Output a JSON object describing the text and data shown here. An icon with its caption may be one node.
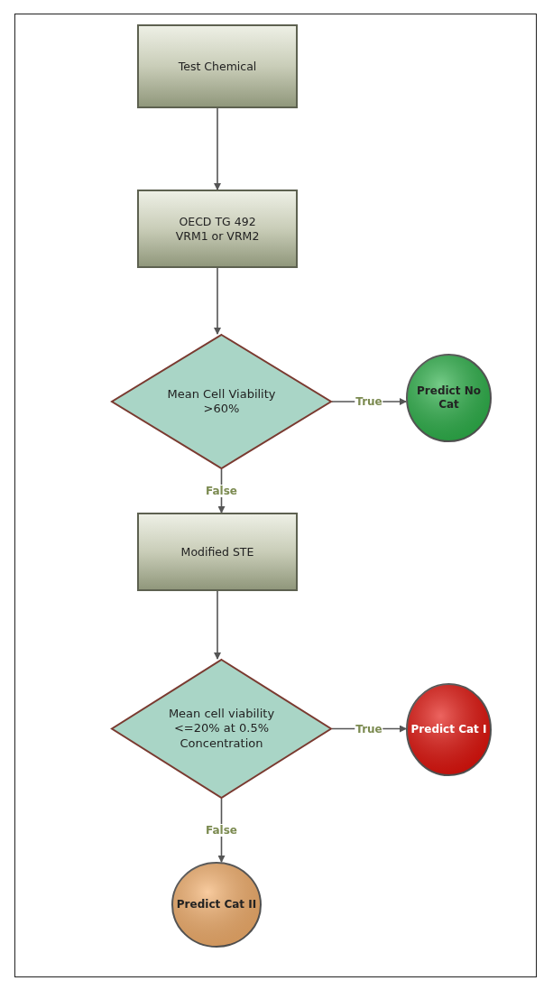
{
  "diagram": {
    "nodes": [
      {
        "text": [
          "Test Chemical"
        ]
      },
      {
        "text": [
          "OECD TG 492 VRM1 or VRM2"
        ]
      },
      {
        "text": [
          "Mean Cell Viability >60%"
        ]
      },
      {
        "text": [
          "Predict No Cat"
        ]
      },
      {
        "text": [
          "Modified STE"
        ]
      },
      {
        "text": [
          "Mean cell viability <=20% at 0.5% Concentration"
        ]
      },
      {
        "text": [
          "Predict Cat I"
        ]
      },
      {
        "text": [
          "Predict Cat II"
        ]
      }
    ],
    "edges": [
      {
        "from": 0,
        "to": 1,
        "arrow": "to"
      },
      {
        "from": 1,
        "to": 2,
        "arrow": "to"
      },
      {
        "from": 2,
        "to": 3,
        "arrow": "to",
        "label": "True"
      },
      {
        "from": 2,
        "to": 4,
        "arrow": "to",
        "label": "False"
      },
      {
        "from": 4,
        "to": 5,
        "arrow": "to"
      },
      {
        "from": 5,
        "to": 6,
        "arrow": "to",
        "label": "True"
      },
      {
        "from": 5,
        "to": 7,
        "arrow": "to",
        "label": "False"
      }
    ]
  }
}
